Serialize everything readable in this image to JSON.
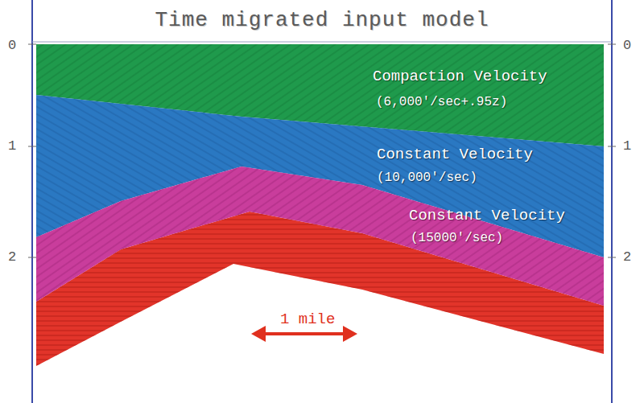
{
  "diagram": {
    "title": "Time migrated input model",
    "nodes": [
      {
        "text": [
          "Compaction Velocity",
          "(6,000'/sec+.95z)"
        ]
      },
      {
        "text": [
          "Constant Velocity",
          "(10,000'/sec)"
        ]
      },
      {
        "text": [
          "Constant Velocity",
          "(15000'/sec)"
        ]
      }
    ],
    "labels": [
      "0",
      "1",
      "2",
      "0",
      "1",
      "2",
      "1 mile"
    ]
  }
}
